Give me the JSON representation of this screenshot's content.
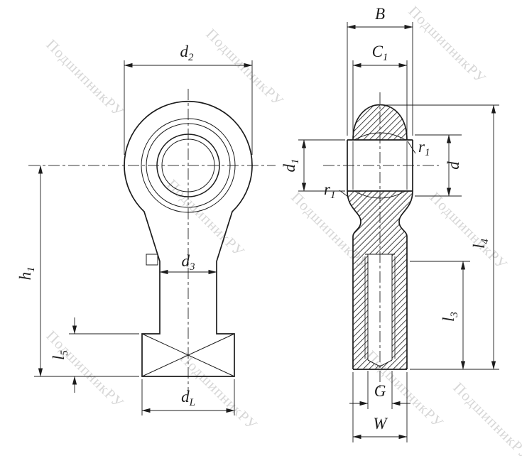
{
  "drawing_title": "rod-end-bearing-technical-drawing",
  "colors": {
    "line": "#1c1c1c",
    "watermark": "#bdbdbd",
    "background": "#ffffff"
  },
  "watermark": {
    "text": "ПодшипникРУ"
  },
  "labels": {
    "d2": {
      "base": "d",
      "sub": "2"
    },
    "h1": {
      "base": "h",
      "sub": "1"
    },
    "d3": {
      "base": "d",
      "sub": "3"
    },
    "l5": {
      "base": "l",
      "sub": "5"
    },
    "dL": {
      "base": "d",
      "sub": "L"
    },
    "B": {
      "base": "B",
      "sub": ""
    },
    "C1": {
      "base": "C",
      "sub": "1"
    },
    "d1": {
      "base": "d",
      "sub": "1"
    },
    "r1": {
      "base": "r",
      "sub": "1"
    },
    "d": {
      "base": "d",
      "sub": ""
    },
    "l4": {
      "base": "l",
      "sub": "4"
    },
    "l3": {
      "base": "l",
      "sub": "3"
    },
    "G": {
      "base": "G",
      "sub": ""
    },
    "W": {
      "base": "W",
      "sub": ""
    }
  }
}
